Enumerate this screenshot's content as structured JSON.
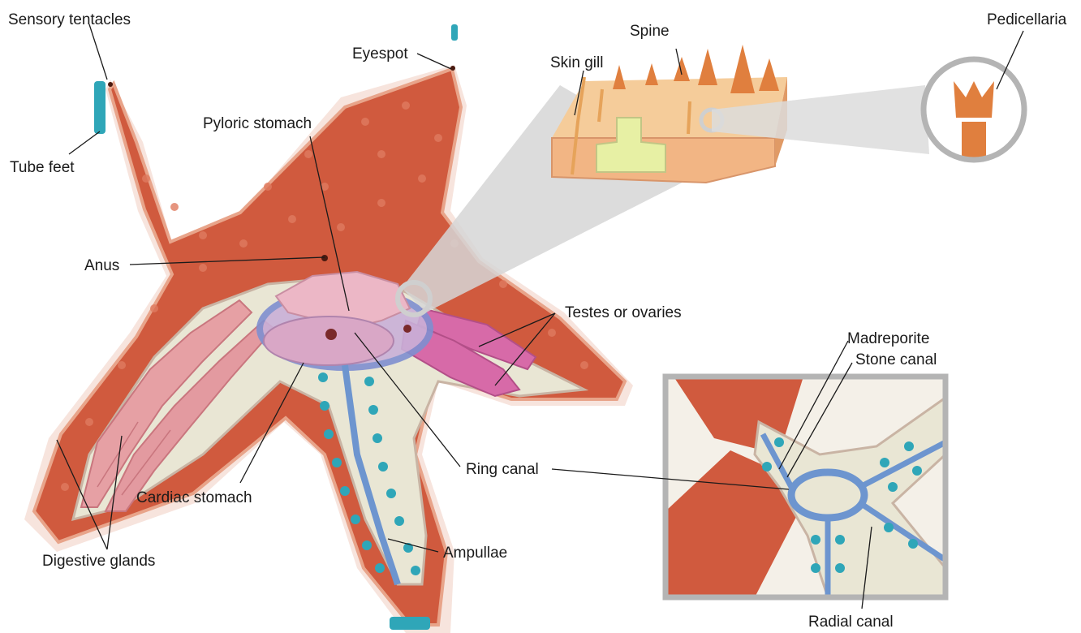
{
  "labels": {
    "sensory_tentacles": "Sensory tentacles",
    "tube_feet": "Tube feet",
    "eyespot": "Eyespot",
    "pyloric_stomach": "Pyloric stomach",
    "anus": "Anus",
    "testes_or_ovaries": "Testes or ovaries",
    "cardiac_stomach": "Cardiac stomach",
    "digestive_glands": "Digestive glands",
    "ring_canal": "Ring canal",
    "ampullae": "Ampullae",
    "spine": "Spine",
    "skin_gill": "Skin gill",
    "pedicellaria": "Pedicellaria",
    "madreporite": "Madreporite",
    "stone_canal": "Stone canal",
    "radial_canal": "Radial canal"
  },
  "colors": {
    "skin": "#d05a3e",
    "skin_dark": "#b94a30",
    "skin_edge": "#e8a48a",
    "interior": "#e9e6d4",
    "gland": "#e6a0a4",
    "gland_dark": "#c9767e",
    "gonad": "#d76aa8",
    "stomach": "#ecb7c6",
    "water_vascular": "#6d95cf",
    "ampulla": "#2fa6b8",
    "frame": "#b4b4b4",
    "tissue": "#f2b584",
    "tissue_top": "#f5cc9a",
    "label_text": "#1a1a1a"
  }
}
